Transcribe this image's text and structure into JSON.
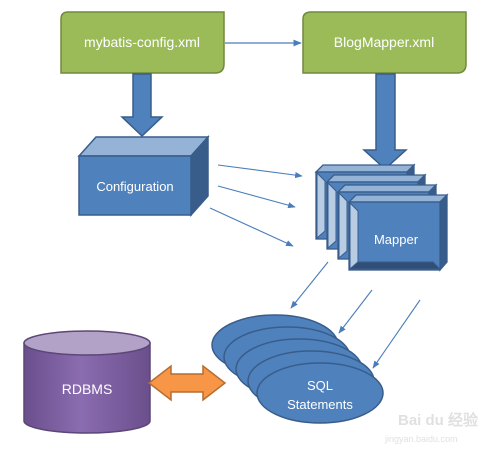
{
  "nodes": {
    "config_file": "mybatis-config.xml",
    "mapper_file": "BlogMapper.xml",
    "configuration": "Configuration",
    "mapper": "Mapper",
    "rdbms": "RDBMS",
    "sql_line1": "SQL",
    "sql_line2": "Statements"
  },
  "colors": {
    "file_fill": "#9bbb59",
    "file_stroke": "#71893f",
    "blue_fill": "#4f81bd",
    "blue_dark": "#385d8a",
    "blue_light": "#95b3d7",
    "purple_fill": "#8064a2",
    "purple_light": "#b3a2c7",
    "orange_fill": "#f79646",
    "arrow_line": "#4a7ebb"
  },
  "watermark": {
    "text": "Bai du 经验",
    "url": "jingyan.baidu.com"
  }
}
